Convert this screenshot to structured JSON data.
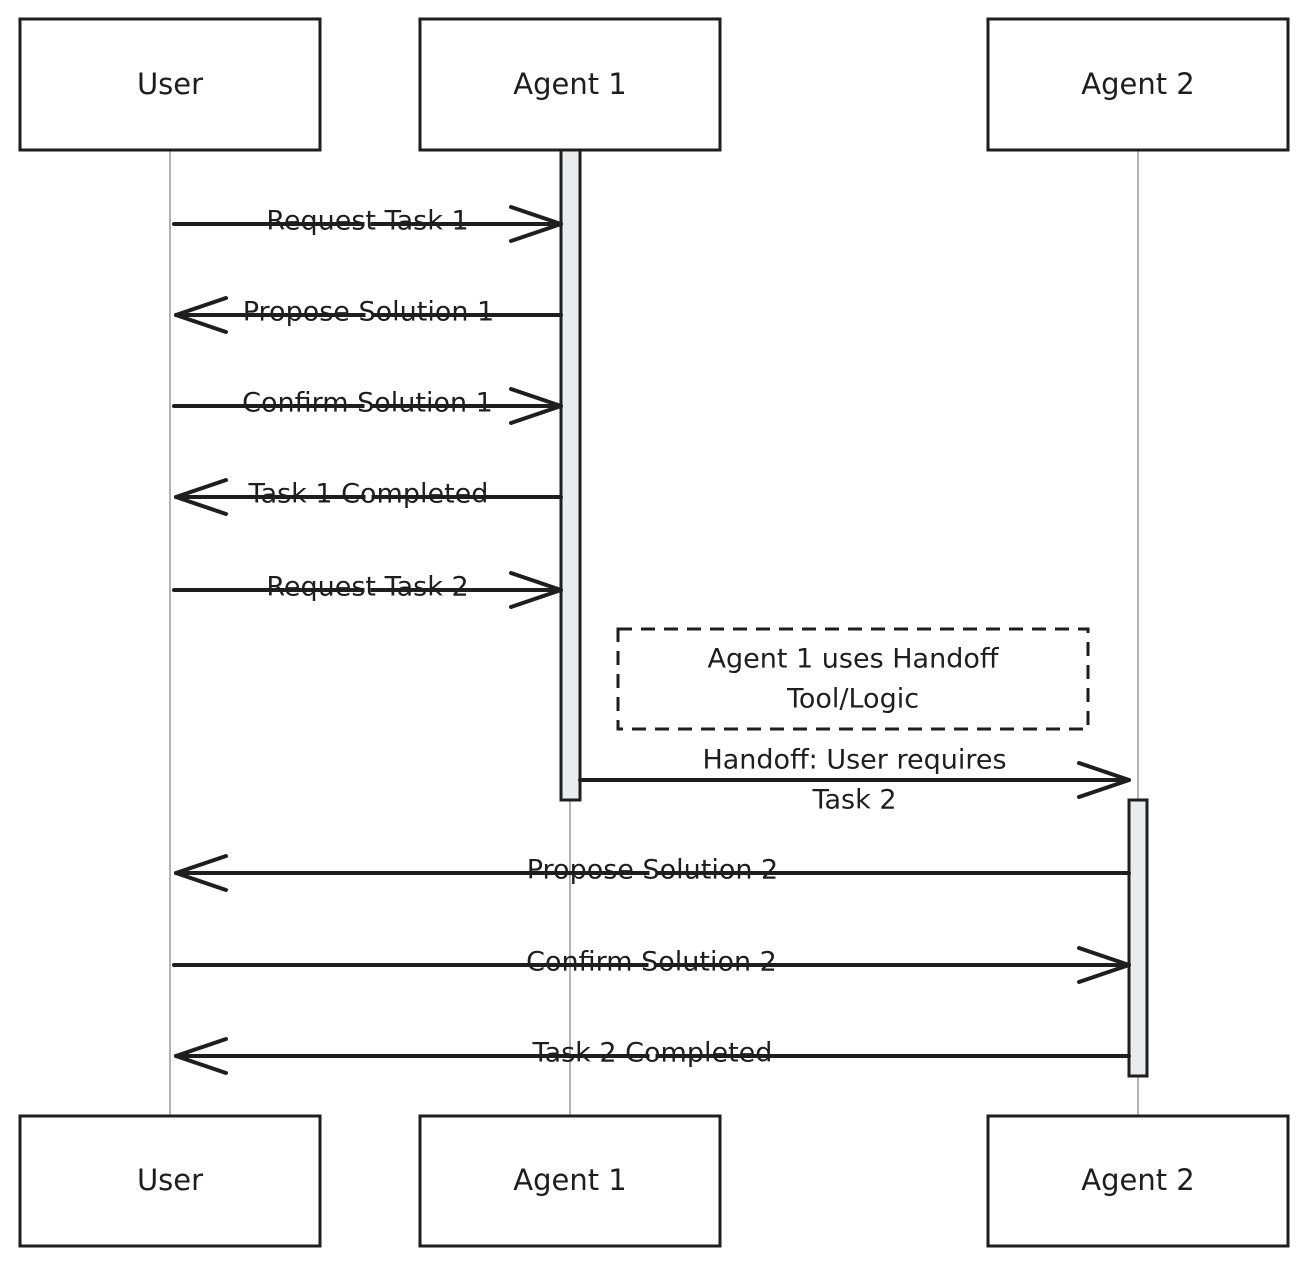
{
  "participants": [
    {
      "id": "user",
      "label": "User"
    },
    {
      "id": "agent1",
      "label": "Agent 1"
    },
    {
      "id": "agent2",
      "label": "Agent 2"
    }
  ],
  "messages": [
    {
      "from": "user",
      "to": "agent1",
      "label": "Request Task 1"
    },
    {
      "from": "agent1",
      "to": "user",
      "label": "Propose Solution 1"
    },
    {
      "from": "user",
      "to": "agent1",
      "label": "Confirm Solution 1"
    },
    {
      "from": "agent1",
      "to": "user",
      "label": "Task 1 Completed"
    },
    {
      "from": "user",
      "to": "agent1",
      "label": "Request Task 2"
    },
    {
      "from": "agent1",
      "to": "agent2",
      "label": [
        "Handoff: User requires",
        "Task 2"
      ]
    },
    {
      "from": "agent2",
      "to": "user",
      "label": "Propose Solution 2"
    },
    {
      "from": "user",
      "to": "agent2",
      "label": "Confirm Solution 2"
    },
    {
      "from": "agent2",
      "to": "user",
      "label": "Task 2 Completed"
    }
  ],
  "note": {
    "lines": [
      "Agent 1 uses Handoff",
      "Tool/Logic"
    ]
  },
  "colors": {
    "stroke": "#1e1e1e",
    "activation_fill": "#e9ecef",
    "lifeline": "#9a9a9a"
  }
}
